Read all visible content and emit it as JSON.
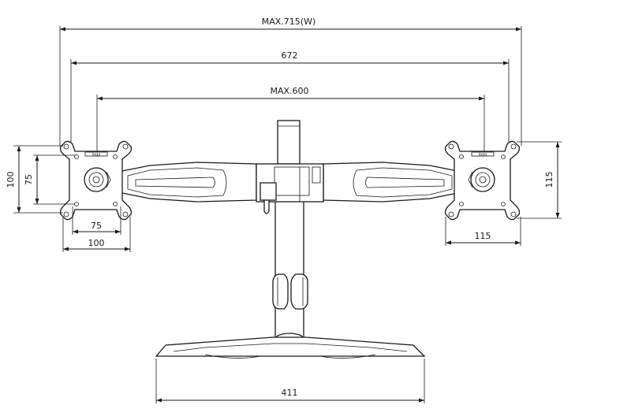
{
  "dimensions": {
    "overall_max_width": "MAX.715(W)",
    "arm_span": "672",
    "max_screen_span": "MAX.600",
    "left_plate_height_outer": "100",
    "left_plate_height_inner": "75",
    "left_plate_width_inner": "75",
    "left_plate_width_outer": "100",
    "right_plate_height": "115",
    "right_plate_width": "115",
    "base_width": "411"
  },
  "plate_logos": {
    "left": "logo",
    "right": "logo"
  }
}
